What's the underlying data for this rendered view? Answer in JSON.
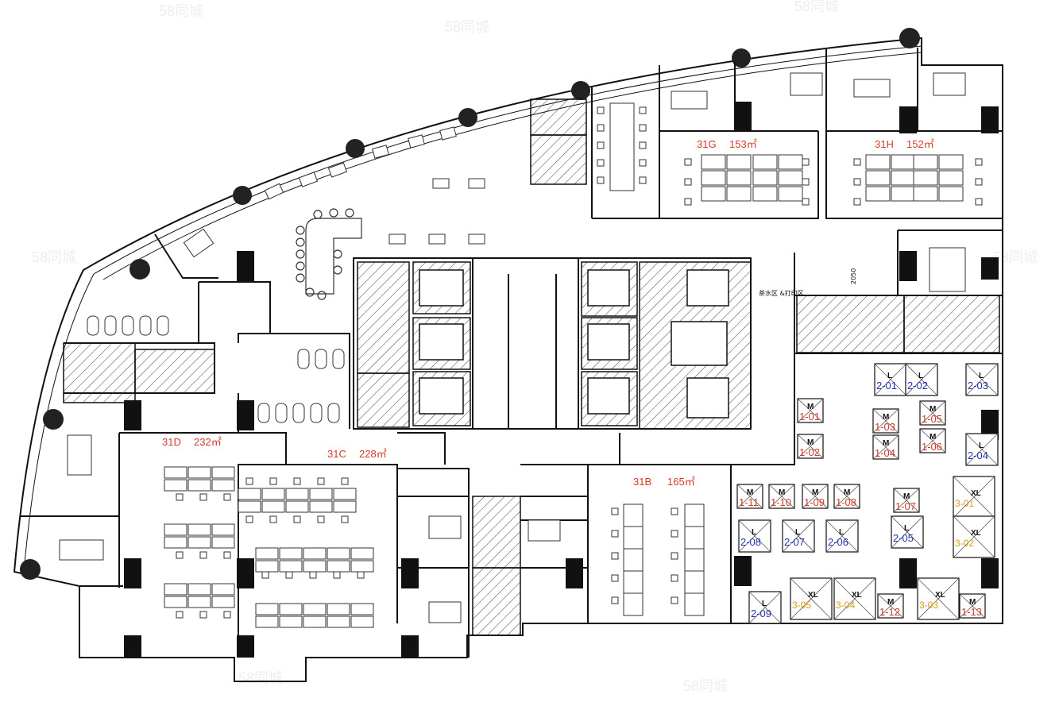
{
  "units": [
    {
      "id": "31D",
      "area": "232㎡"
    },
    {
      "id": "31C",
      "area": "228㎡"
    },
    {
      "id": "31B",
      "area": "165㎡"
    },
    {
      "id": "31G",
      "area": "153㎡"
    },
    {
      "id": "31H",
      "area": "152㎡"
    }
  ],
  "dimension_label": "2050",
  "tea_area_label": "茶水区 &打印区",
  "storage_units": [
    {
      "code": "2-01",
      "size": "L"
    },
    {
      "code": "2-02",
      "size": "L"
    },
    {
      "code": "2-03",
      "size": "L"
    },
    {
      "code": "1-01",
      "size": "M"
    },
    {
      "code": "1-02",
      "size": "M"
    },
    {
      "code": "1-03",
      "size": "M"
    },
    {
      "code": "1-05",
      "size": "M"
    },
    {
      "code": "1-04",
      "size": "M"
    },
    {
      "code": "1-06",
      "size": "M"
    },
    {
      "code": "2-04",
      "size": "L"
    },
    {
      "code": "1-11",
      "size": "M"
    },
    {
      "code": "1-10",
      "size": "M"
    },
    {
      "code": "1-09",
      "size": "M"
    },
    {
      "code": "1-08",
      "size": "M"
    },
    {
      "code": "1-07",
      "size": "M"
    },
    {
      "code": "3-01",
      "size": "XL"
    },
    {
      "code": "2-08",
      "size": "L"
    },
    {
      "code": "2-07",
      "size": "L"
    },
    {
      "code": "2-06",
      "size": "L"
    },
    {
      "code": "2-05",
      "size": "L"
    },
    {
      "code": "3-02",
      "size": "XL"
    },
    {
      "code": "2-09",
      "size": "L"
    },
    {
      "code": "3-05",
      "size": "XL"
    },
    {
      "code": "3-04",
      "size": "XL"
    },
    {
      "code": "1-12",
      "size": "M"
    },
    {
      "code": "3-03",
      "size": "XL"
    },
    {
      "code": "1-13",
      "size": "M"
    }
  ],
  "colors": {
    "wall": "#111111",
    "unit_label": "#d23a2a",
    "storage_blue": "#2434a8",
    "storage_xl": "#d4a017"
  }
}
